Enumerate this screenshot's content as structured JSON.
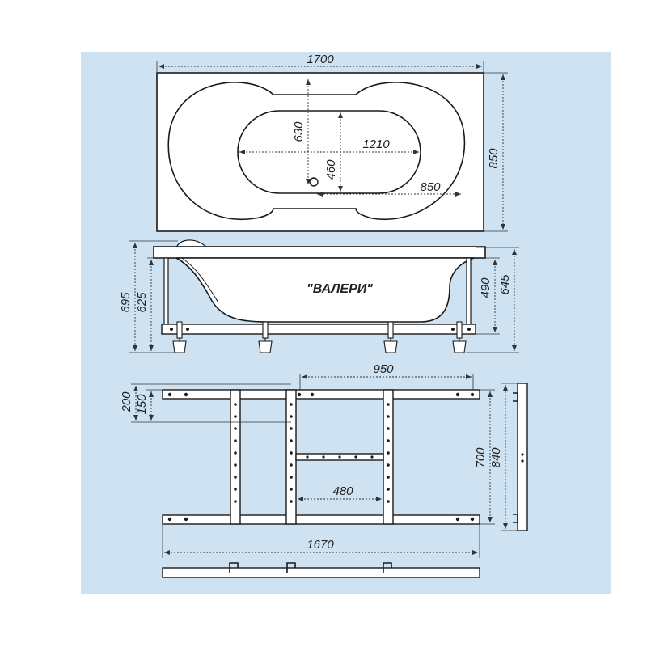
{
  "colors": {
    "background_panel": "#cfe2f1",
    "outline": "#1a1a1a",
    "body_fill": "#ffffff",
    "frame_fill": "#ffffff",
    "dimension_line": "#333333"
  },
  "top_view": {
    "overall_length": "1700",
    "overall_width": "850",
    "inner_width": "630",
    "inner_length": "1210",
    "drain_to_end": "850",
    "drain_offset": "460"
  },
  "side_view": {
    "model_name": "\"ВАЛЕРИ\"",
    "total_height": "695",
    "frame_height": "625",
    "depth": "490",
    "rim_height": "645"
  },
  "frame_view": {
    "top_span": "950",
    "first_offset": "200",
    "second_offset": "150",
    "cross_span": "480",
    "inner_width": "700",
    "outer_width": "840",
    "frame_length": "1670"
  }
}
